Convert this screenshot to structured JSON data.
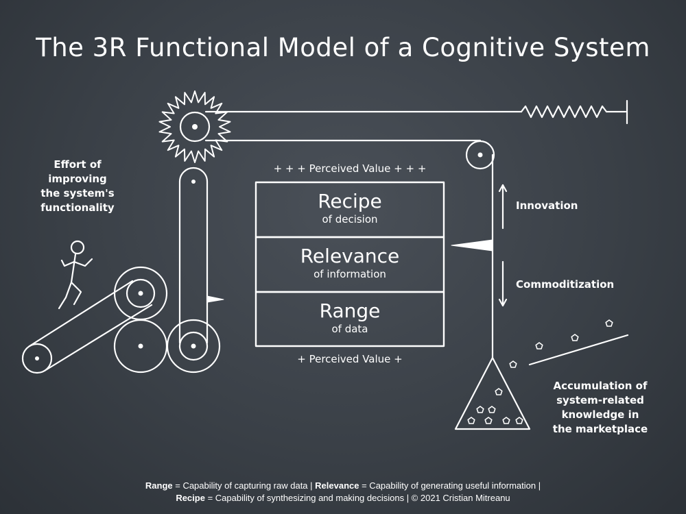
{
  "title": "The 3R Functional Model of a Cognitive System",
  "left_caption": [
    "Effort of",
    "improving",
    "the system's",
    "functionality"
  ],
  "perceived_value_top": "+ + + Perceived Value + + +",
  "perceived_value_bottom": "+ Perceived Value +",
  "boxes": [
    {
      "main": "Recipe",
      "sub": "of decision"
    },
    {
      "main": "Relevance",
      "sub": "of information"
    },
    {
      "main": "Range",
      "sub": "of data"
    }
  ],
  "innovation": "Innovation",
  "commoditization": "Commoditization",
  "right_caption": [
    "Accumulation of",
    "system-related",
    "knowledge in",
    "the marketplace"
  ],
  "footer": {
    "range_term": "Range",
    "range_def": " = Capability of capturing raw data | ",
    "relevance_term": "Relevance",
    "relevance_def": " = Capability of generating useful information |",
    "recipe_term": "Recipe",
    "recipe_def": " = Capability of synthesizing and making decisions | © 2021 Cristian Mitreanu"
  },
  "colors": {
    "background": "#3a4047",
    "chalk": "#ffffff"
  }
}
